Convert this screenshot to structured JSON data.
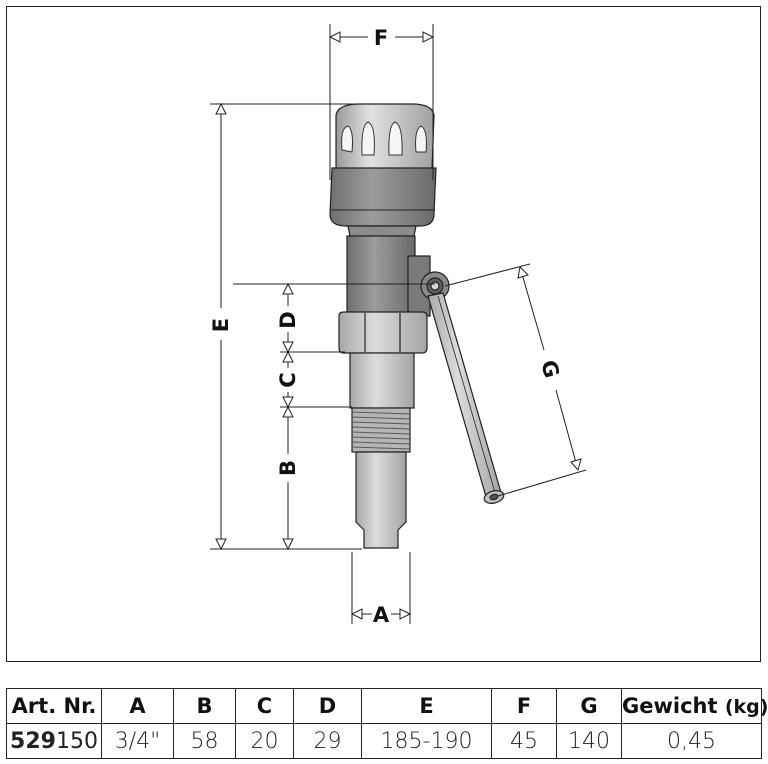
{
  "dimensions": {
    "A": "A",
    "B": "B",
    "C": "C",
    "D": "D",
    "E": "E",
    "F": "F",
    "G": "G"
  },
  "table": {
    "headers": [
      "Art. Nr.",
      "A",
      "B",
      "C",
      "D",
      "E",
      "F",
      "G"
    ],
    "weight_header": "Gewicht",
    "weight_unit": "(kg)",
    "row": {
      "art_bold": "529",
      "art_rest": "150",
      "values": [
        "3/4\"",
        "58",
        "20",
        "29",
        "185-190",
        "45",
        "140",
        "0,45"
      ]
    }
  },
  "colors": {
    "body_gray": "#8a8a8a",
    "cap_light": "#c8c8c8",
    "line": "#111111"
  }
}
